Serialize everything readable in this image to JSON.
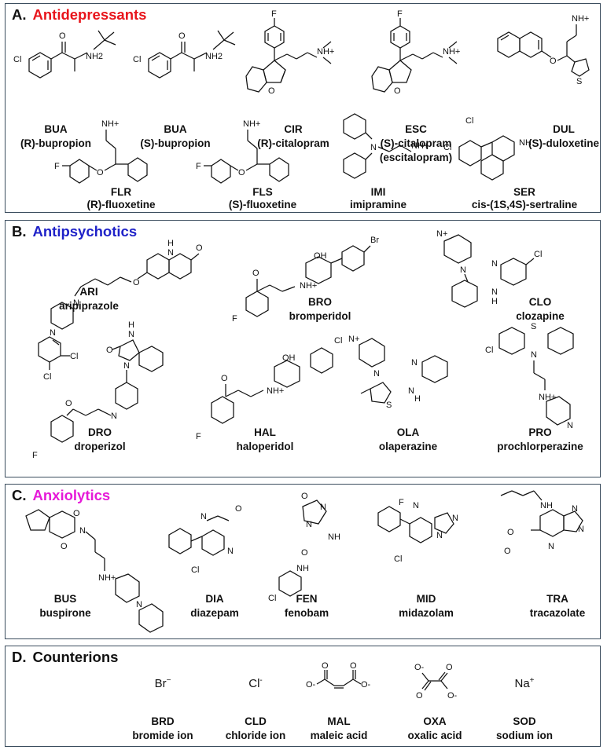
{
  "panels": {
    "a": {
      "letter": "A.",
      "title": "Antidepressants",
      "title_color": "#e8141b",
      "molecules": [
        {
          "code": "BUA",
          "name": "(R)-bupropion"
        },
        {
          "code": "BUA",
          "name": "(S)-bupropion"
        },
        {
          "code": "CIR",
          "name": "(R)-citalopram"
        },
        {
          "code": "ESC",
          "name": "(S)-citalopram",
          "name2": "(escitalopram)"
        },
        {
          "code": "DUL",
          "name": "(S)-duloxetine"
        },
        {
          "code": "FLR",
          "name": "(R)-fluoxetine"
        },
        {
          "code": "FLS",
          "name": "(S)-fluoxetine"
        },
        {
          "code": "IMI",
          "name": "imipramine"
        },
        {
          "code": "SER",
          "name": "cis-(1S,4S)-sertraline"
        }
      ]
    },
    "b": {
      "letter": "B.",
      "title": "Antipsychotics",
      "title_color": "#1f22c8",
      "molecules": [
        {
          "code": "ARI",
          "name": "aripiprazole"
        },
        {
          "code": "BRO",
          "name": "bromperidol"
        },
        {
          "code": "CLO",
          "name": "clozapine"
        },
        {
          "code": "DRO",
          "name": "droperizol"
        },
        {
          "code": "HAL",
          "name": "haloperidol"
        },
        {
          "code": "OLA",
          "name": "olaperazine"
        },
        {
          "code": "PRO",
          "name": "prochlorperazine"
        }
      ]
    },
    "c": {
      "letter": "C.",
      "title": "Anxiolytics",
      "title_color": "#e619d8",
      "molecules": [
        {
          "code": "BUS",
          "name": "buspirone"
        },
        {
          "code": "DIA",
          "name": "diazepam"
        },
        {
          "code": "FEN",
          "name": "fenobam"
        },
        {
          "code": "MID",
          "name": "midazolam"
        },
        {
          "code": "TRA",
          "name": "tracazolate"
        }
      ]
    },
    "d": {
      "letter": "D.",
      "title": "Counterions",
      "title_color": "#111111",
      "ions": [
        {
          "formula": "Br",
          "charge": "−",
          "code": "BRD",
          "name": "bromide ion"
        },
        {
          "formula": "Cl",
          "charge": "-",
          "code": "CLD",
          "name": "chloride ion"
        },
        {
          "formula": "",
          "charge": "",
          "code": "MAL",
          "name": "maleic acid"
        },
        {
          "formula": "",
          "charge": "",
          "code": "OXA",
          "name": "oxalic acid"
        },
        {
          "formula": "Na",
          "charge": "+",
          "code": "SOD",
          "name": "sodium ion"
        }
      ]
    }
  },
  "atoms": {
    "cl": "Cl",
    "f": "F",
    "br": "Br",
    "n": "N",
    "nh": "NH",
    "nh2": "NH2",
    "nh_plus": "NH+",
    "o": "O",
    "s": "S",
    "h": "H",
    "oh": "OH",
    "n_plus": "N+",
    "o_minus": "O-"
  }
}
